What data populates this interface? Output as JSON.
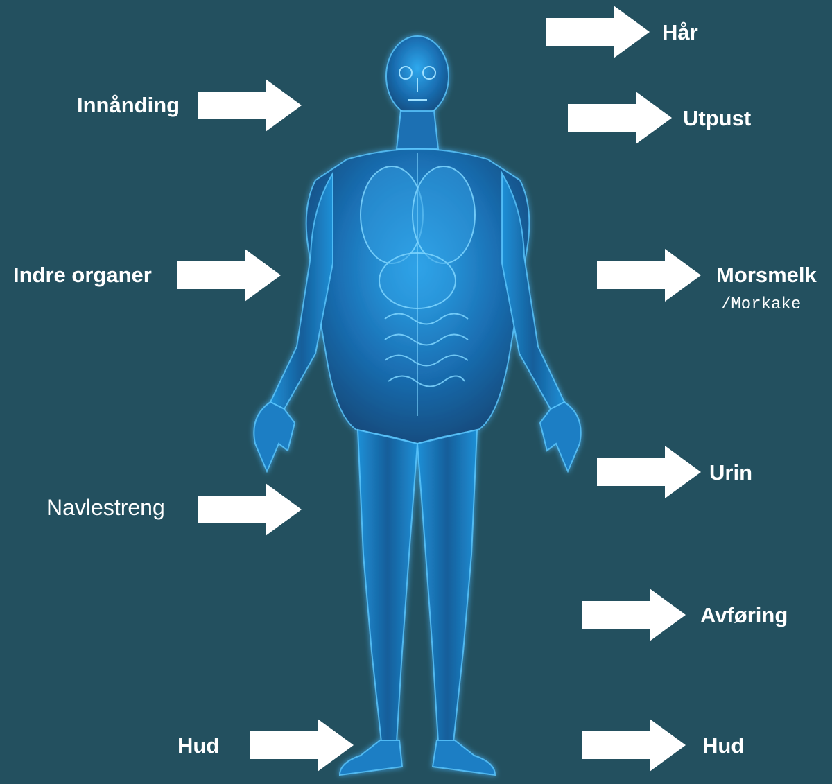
{
  "labels": {
    "har": "Hår",
    "innanding": "Innånding",
    "utpust": "Utpust",
    "indre_organer": "Indre organer",
    "morsmelk": "Morsmelk",
    "morkake": "/Morkake",
    "urin": "Urin",
    "navlestreng": "Navlestreng",
    "avforing": "Avføring",
    "hud_left": "Hud",
    "hud_right": "Hud"
  },
  "colors": {
    "background": "#23505f",
    "body_glow": "#2aa3e6",
    "body_fill": "#1b74b8",
    "arrow": "#ffffff"
  },
  "illustration": "glowing-human-body-anatomy"
}
